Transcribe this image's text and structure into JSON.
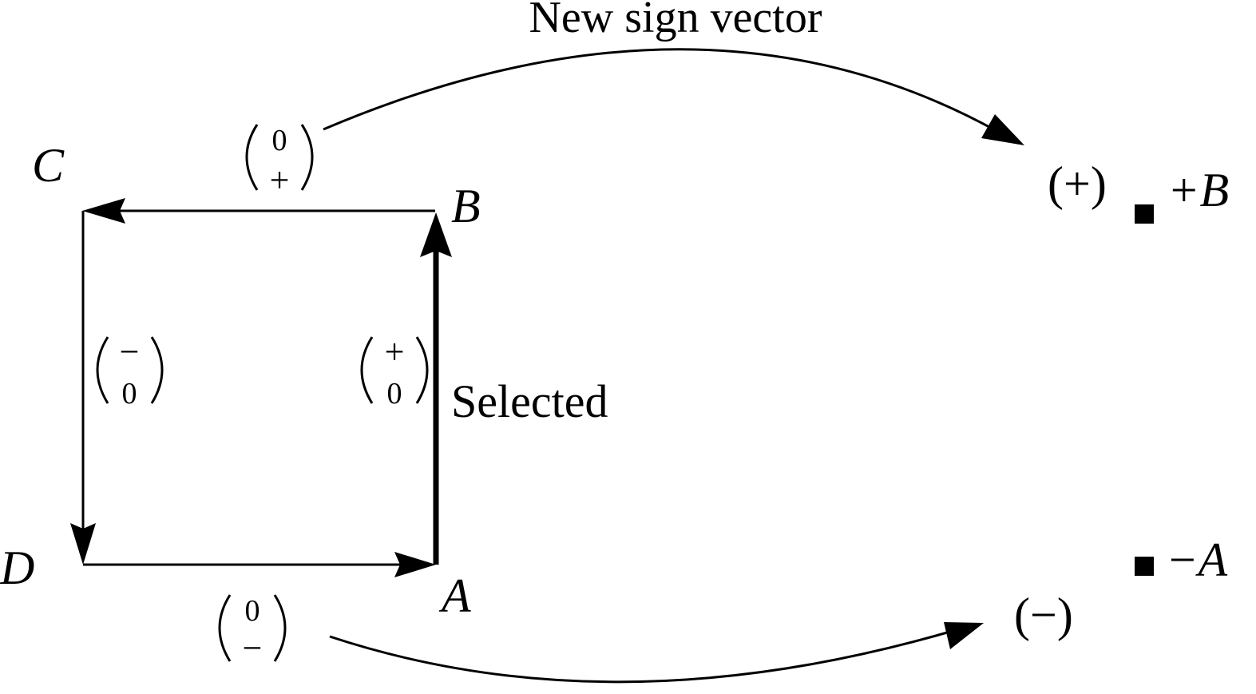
{
  "title": "New sign vector",
  "vertices": {
    "A": "A",
    "B": "B",
    "C": "C",
    "D": "D"
  },
  "selected_label": "Selected",
  "edges": {
    "AB": {
      "top": "+",
      "bottom": "0"
    },
    "BC": {
      "top": "0",
      "bottom": "+"
    },
    "CD": {
      "top": "−",
      "bottom": "0"
    },
    "DA": {
      "top": "0",
      "bottom": "−"
    }
  },
  "result_vectors": {
    "plus": "(+)",
    "minus": "(−)"
  },
  "outputs": {
    "plus_B": "+B",
    "minus_A": "−A"
  },
  "colors": {
    "ink": "#000000",
    "background": "#ffffff"
  }
}
